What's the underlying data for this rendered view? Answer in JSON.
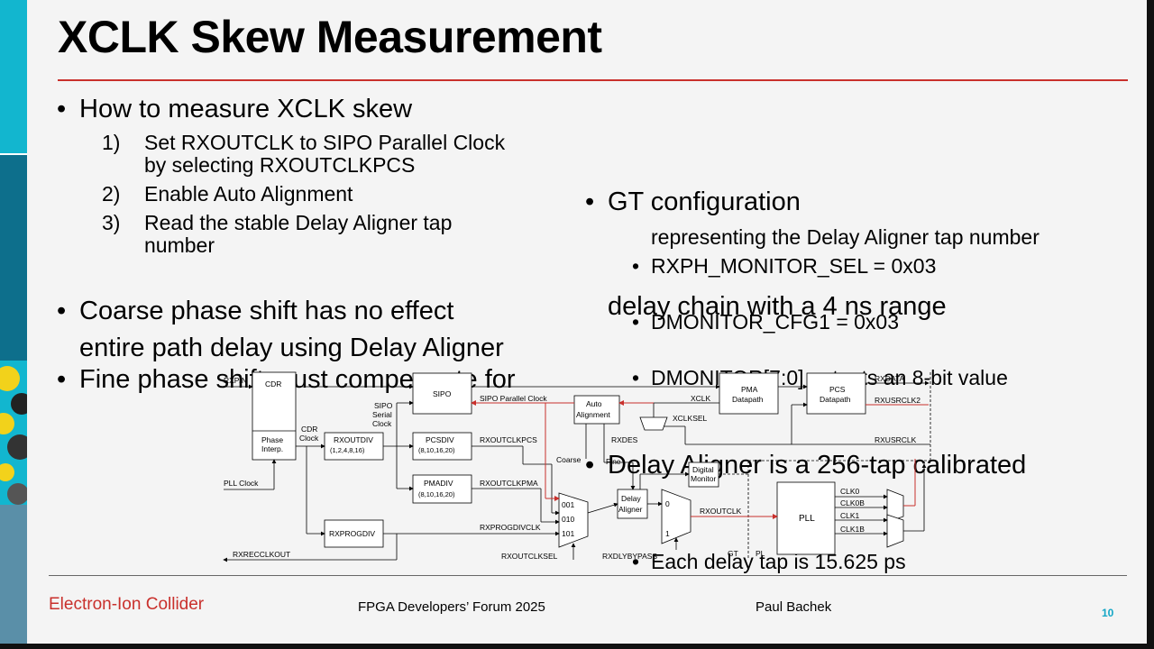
{
  "slide": {
    "title": "XCLK Skew Measurement",
    "colors": {
      "accent": "#c9302c",
      "sidebar": "#12b6cf",
      "page_number": "#12a6c6"
    }
  },
  "left_column": {
    "b1": "How to measure XCLK skew",
    "steps": [
      {
        "num": "1)",
        "line1": "Set RXOUTCLK to SIPO Parallel Clock",
        "line2": "by selecting RXOUTCLKPCS"
      },
      {
        "num": "2)",
        "line1": "Enable Auto Alignment",
        "line2": ""
      },
      {
        "num": "3)",
        "line1": "Read the stable Delay Aligner tap",
        "line2": "number"
      }
    ],
    "b2": "Coarse phase shift has no effect",
    "b3_line1": "Fine phase shift must compensate for",
    "b3_line2": "entire path delay using Delay Aligner"
  },
  "right_column": {
    "b1": "GT configuration",
    "sub": [
      "RXPH_MONITOR_SEL = 0x03",
      "DMONITOR_CFG1 = 0x03",
      "DMONITOR[7:0] outputs an 8-bit value",
      "representing the Delay Aligner tap number"
    ],
    "b2_line1": "Delay Aligner is a 256-tap calibrated",
    "b2_line2": "delay chain with a 4 ns range",
    "b2_sub": "Each delay tap is 15.625 ps"
  },
  "diagram": {
    "cdr": "CDR",
    "phase1": "Phase",
    "phase2": "Interp.",
    "rxpn": "RXP/N",
    "pll_clock": "PLL Clock",
    "cdr_clock1": "CDR",
    "cdr_clock2": "Clock",
    "sipo_serial1": "SIPO",
    "sipo_serial2": "Serial",
    "sipo_serial3": "Clock",
    "sipo": "SIPO",
    "rxoutdiv": "RXOUTDIV",
    "rxoutdiv_vals": "(1,2,4,8,16)",
    "pcsdiv": "PCSDIV",
    "pcsdiv_vals": "(8,10,16,20)",
    "pmadiv": "PMADIV",
    "pmadiv_vals": "(8,10,16,20)",
    "rxprogdiv": "RXPROGDIV",
    "sipo_parallel": "SIPO Parallel Clock",
    "rxoutclkpcs": "RXOUTCLKPCS",
    "rxoutclkpma": "RXOUTCLKPMA",
    "rxprogdivclk": "RXPROGDIVCLK",
    "rxrecclkout": "RXRECCLKOUT",
    "rxoutclksel": "RXOUTCLKSEL",
    "auto1": "Auto",
    "auto2": "Alignment",
    "coarse": "Coarse",
    "fine": "Fine",
    "rxdes": "RXDES",
    "xclk": "XCLK",
    "xclksel": "XCLKSEL",
    "pma1": "PMA",
    "pma2": "Datapath",
    "pcs1": "PCS",
    "pcs2": "Datapath",
    "rxdata": "RXDATA",
    "rxusrclk2": "RXUSRCLK2",
    "rxusrclk": "RXUSRCLK",
    "dmon1": "Digital",
    "dmon2": "Monitor",
    "delay1": "Delay",
    "delay2": "Aligner",
    "mux001": "001",
    "mux010": "010",
    "mux101": "101",
    "mux0": "0",
    "mux1": "1",
    "rxoutclk": "RXOUTCLK",
    "rxdlybypass": "RXDLYBYPASS",
    "pll": "PLL",
    "clk0": "CLK0",
    "clk0b": "CLK0B",
    "clk1": "CLK1",
    "clk1b": "CLK1B",
    "gt": "GT",
    "pl": "PL"
  },
  "footer": {
    "org": "Electron-Ion Collider",
    "conference": "FPGA Developers’ Forum 2025",
    "author": "Paul Bachek",
    "page": "10"
  }
}
